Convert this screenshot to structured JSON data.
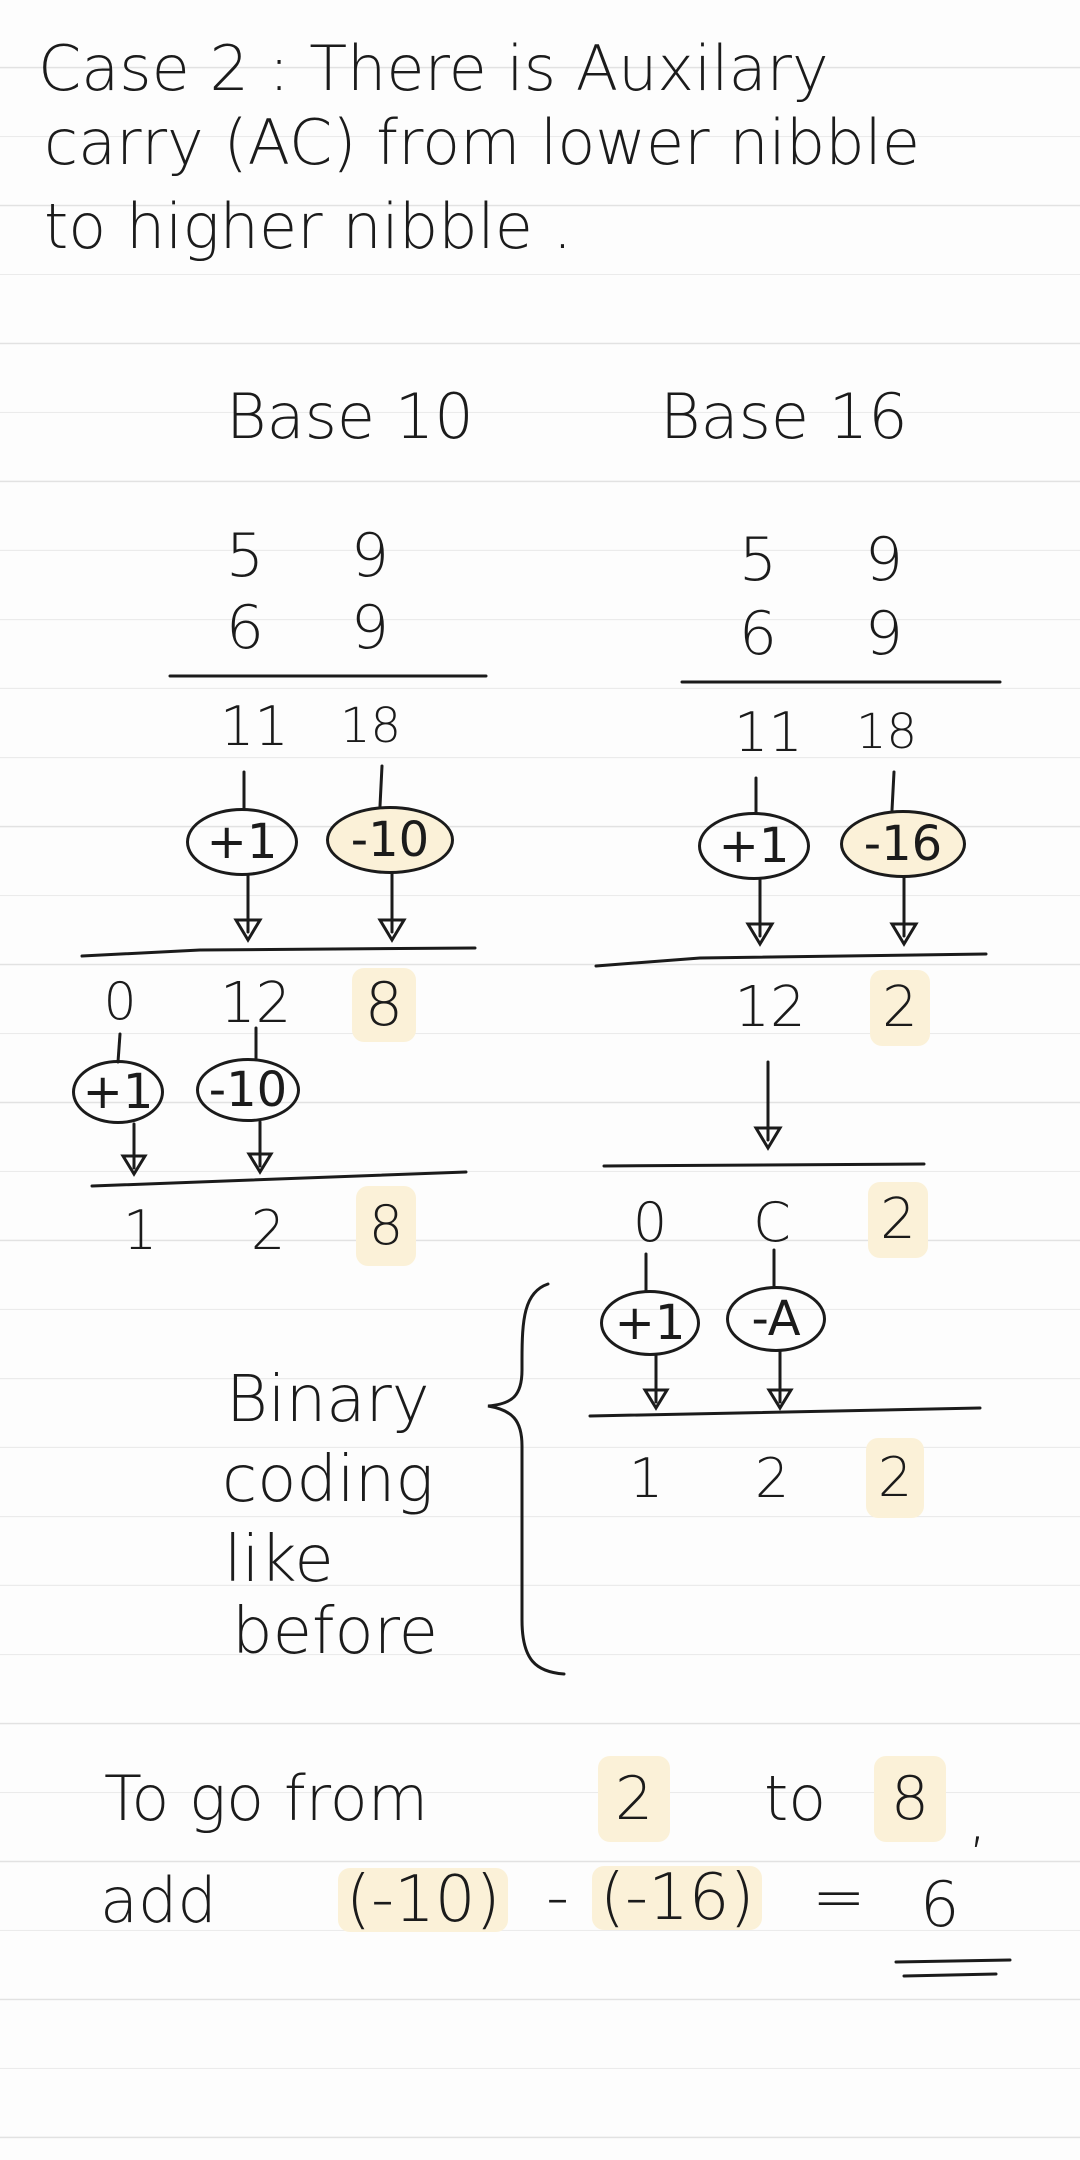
{
  "heading": {
    "line1": "Case 2 :  There  is Auxilary",
    "line2": "carry (AC) from  lower  nibble",
    "line3": "to higher  nibble ."
  },
  "base10": {
    "title": "Base 10",
    "top": [
      "5",
      "9"
    ],
    "bottom": [
      "6",
      "9"
    ],
    "sum": [
      "11",
      "18"
    ],
    "adjust1": [
      "+1",
      "-10"
    ],
    "result1": [
      "0",
      "12",
      "8"
    ],
    "adjust2": [
      "+1",
      "-10"
    ],
    "final": [
      "1",
      "2",
      "8"
    ]
  },
  "base16": {
    "title": "Base 16",
    "top": [
      "5",
      "9"
    ],
    "bottom": [
      "6",
      "9"
    ],
    "sum": [
      "11",
      "18"
    ],
    "adjust1": [
      "+1",
      "-16"
    ],
    "result1": [
      "12",
      "2"
    ],
    "result2": [
      "0",
      "C",
      "2"
    ],
    "adjust2": [
      "+1",
      "-A"
    ],
    "final": [
      "1",
      "2",
      "2"
    ]
  },
  "brace_note": {
    "line1": "Binary",
    "line2": "coding",
    "line3": "like",
    "line4": "before"
  },
  "conclusion": {
    "to_go_from": "To  go  from",
    "from_value": "2",
    "to_word": "to",
    "to_value": "8",
    "comma": ",",
    "add": "add",
    "term1": "(-10)",
    "minus": "-",
    "term2": "(-16)",
    "equals": "=",
    "result": "6"
  },
  "colors": {
    "ink": "#1b1b1b",
    "highlight": "#fbf1d8",
    "rule": "#e2e2e2"
  }
}
